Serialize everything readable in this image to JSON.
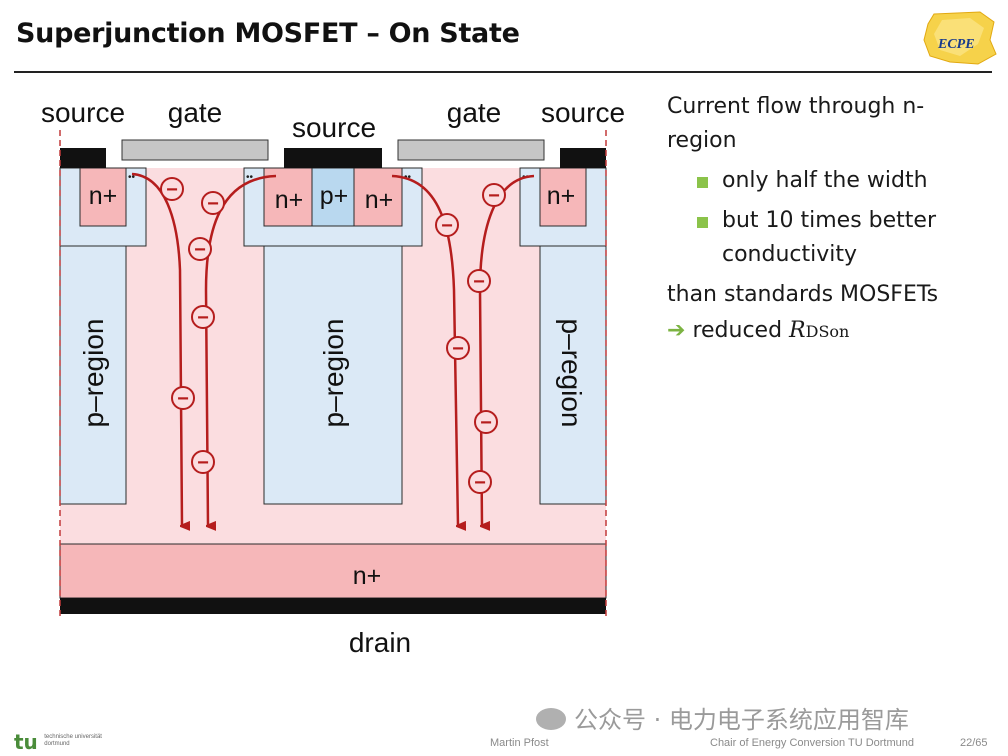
{
  "slide": {
    "title": "Superjunction MOSFET – On State",
    "logo_text": "ECPE",
    "page": "22/65"
  },
  "diagram": {
    "labels": {
      "source_left": "source",
      "gate_left": "gate",
      "source_mid": "source",
      "gate_right": "gate",
      "source_right": "source",
      "n_plus_1": "n+",
      "n_plus_2": "n+",
      "p_plus": "p+",
      "n_plus_3": "n+",
      "n_plus_4": "n+",
      "p_region_left": "p–region",
      "p_region_mid": "p–region",
      "p_region_right": "p–region",
      "n_plus_bottom": "n+",
      "drain": "drain",
      "electron_symbol": "−",
      "channel_dots": "••"
    },
    "colors": {
      "n_region": "#fbdde0",
      "n_plus": "#f6b7b9",
      "p_region": "#dbe9f6",
      "p_plus": "#b9d8ef",
      "metal": "#111111",
      "gate": "#c6c6c6",
      "current": "#b51d1d",
      "dashed": "#c23a3a"
    }
  },
  "side_text": {
    "line1": "Current flow through n-",
    "line2": "region",
    "bullet1": "only half the width",
    "bullet2a": "but 10 times better",
    "bullet2b": "conductivity",
    "line3": "than standards MOSFETs",
    "arrow": "➔",
    "reduced": "reduced",
    "rdson_r": "R",
    "rdson_sub": "DSon",
    "bullet_color": "#8bc34a"
  },
  "footer": {
    "university_line1": "technische universität",
    "university_line2": "dortmund",
    "author": "Martin Pfost",
    "chair": "Chair of Energy Conversion TU Dortmund",
    "page": "22/65"
  },
  "watermark": {
    "text": "公众号 · 电力电子系统应用智库"
  }
}
